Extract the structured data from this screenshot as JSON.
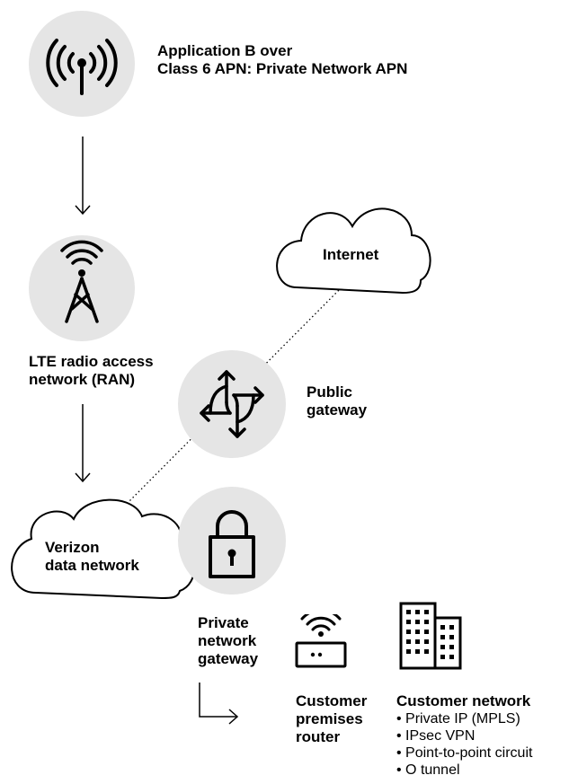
{
  "application": {
    "line1": "Application B over",
    "line2": "Class 6 APN: Private Network APN"
  },
  "internet": {
    "label": "Internet"
  },
  "ran": {
    "line1": "LTE radio access",
    "line2": "network (RAN)"
  },
  "public_gateway": {
    "line1": "Public",
    "line2": "gateway"
  },
  "verizon": {
    "line1": "Verizon",
    "line2": "data network"
  },
  "private_gateway": {
    "line1": "Private",
    "line2": "network",
    "line3": "gateway"
  },
  "customer_router": {
    "line1": "Customer",
    "line2": "premises",
    "line3": "router"
  },
  "customer_network": {
    "title": "Customer network",
    "items": [
      "Private IP (MPLS)",
      "IPsec VPN",
      "Point-to-point circuit",
      "O tunnel"
    ]
  },
  "colors": {
    "circle_fill": "#e5e5e5",
    "stroke": "#000000",
    "background": "#ffffff"
  },
  "icons": {
    "antenna": "antenna-signal-icon",
    "tower": "cell-tower-icon",
    "gateway": "routing-arrows-icon",
    "lock": "padlock-icon",
    "router": "wifi-router-icon",
    "buildings": "office-buildings-icon"
  }
}
